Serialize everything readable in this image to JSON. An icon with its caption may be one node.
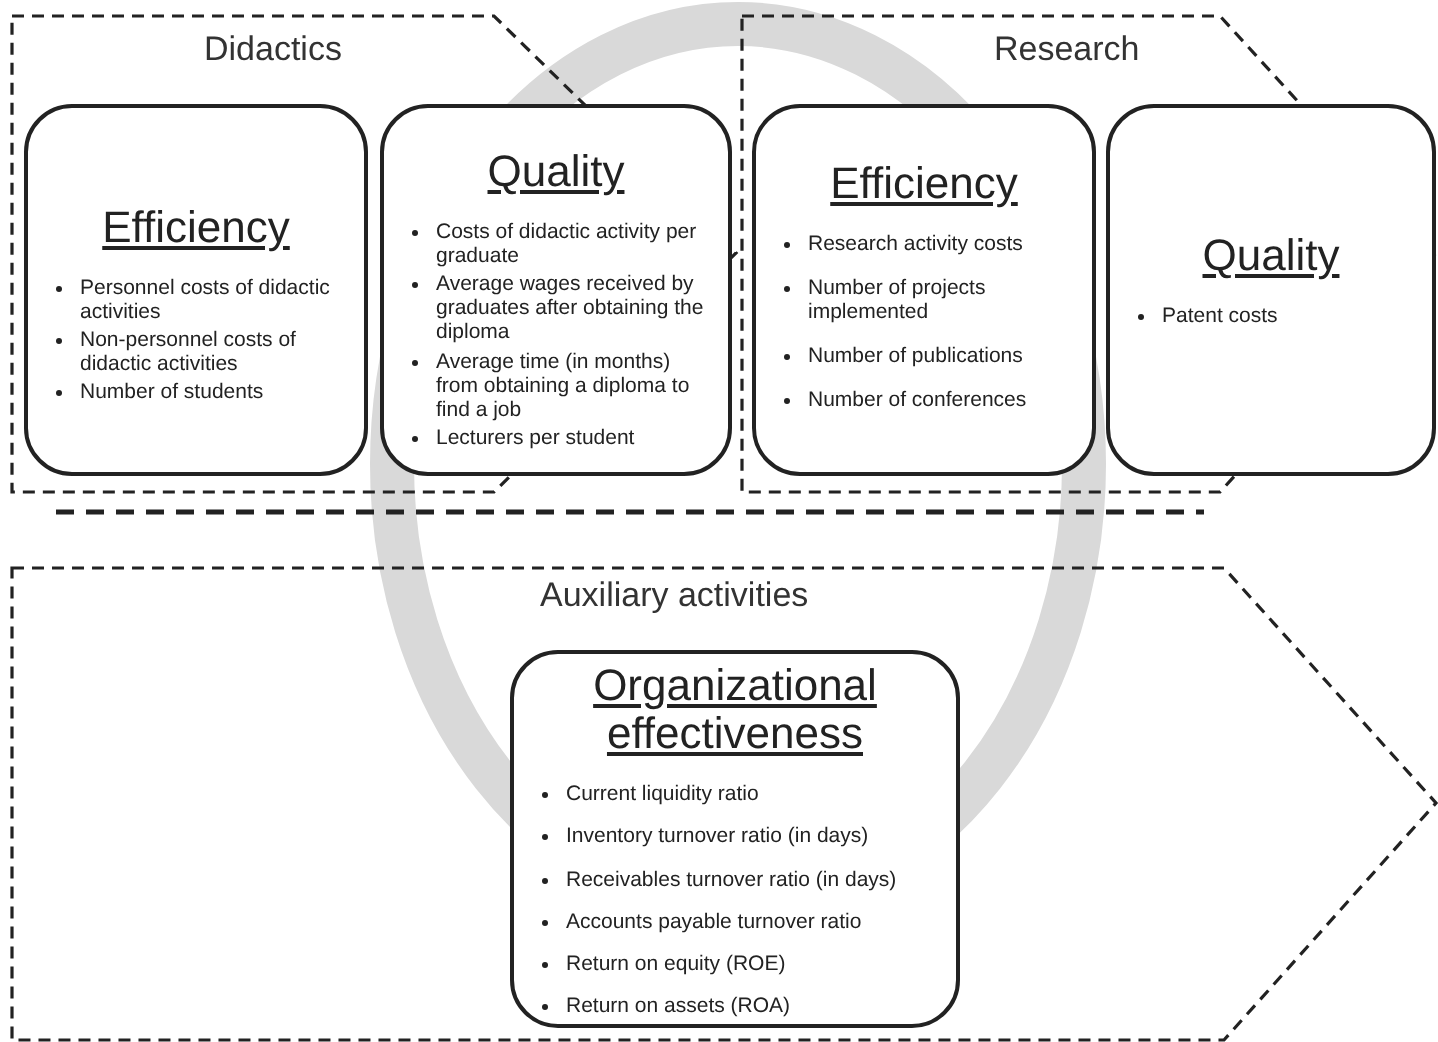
{
  "diagram": {
    "nodes": [
      {
        "text": [
          "Didactics"
        ]
      },
      {
        "text": [
          "Efficiency",
          "Personnel costs of didactic activities",
          "Non-personnel costs of didactic activities",
          "Number of students"
        ],
        "in": 0
      },
      {
        "text": [
          "Quality",
          "Costs of didactic activity per graduate",
          "Average wages received by graduates after obtaining the diploma",
          "Average time (in months) from obtaining a diploma to find a job",
          "Lecturers per student"
        ],
        "in": 0
      },
      {
        "text": [
          "Research"
        ]
      },
      {
        "text": [
          "Efficiency",
          "Research activity costs",
          "Number of projects implemented",
          "Number of publications",
          "Number of conferences"
        ],
        "in": 3
      },
      {
        "text": [
          "Quality",
          "Patent costs"
        ],
        "in": 3
      },
      {
        "text": [
          "Auxiliary activities"
        ]
      },
      {
        "text": [
          "Organizational effectiveness",
          "Current liquidity ratio",
          "Inventory turnover ratio (in days)",
          "Receivables turnover ratio (in days)",
          "Accounts payable turnover ratio",
          "Return on equity (ROE)",
          "Return on assets (ROA)"
        ],
        "in": 6
      }
    ],
    "edges": []
  }
}
